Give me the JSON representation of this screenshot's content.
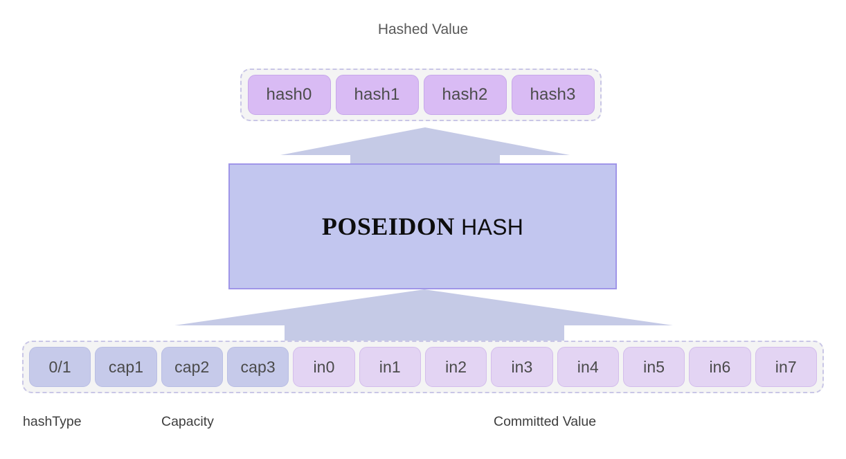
{
  "diagram": {
    "title": "Hashed Value",
    "core": {
      "name_serif": "POSEIDON",
      "name_sans": " HASH",
      "fill_color": "#c2c6ef",
      "border_color": "#9f95e8"
    },
    "output_row": {
      "container_fill": "#f4f4f4",
      "container_border": "#c9c6e6",
      "cell_fill": "#d9bbf4",
      "cell_border": "#c7a7ea",
      "cells": [
        {
          "label": "hash0",
          "kind": "hash"
        },
        {
          "label": "hash1",
          "kind": "hash"
        },
        {
          "label": "hash2",
          "kind": "hash"
        },
        {
          "label": "hash3",
          "kind": "hash"
        }
      ]
    },
    "input_row": {
      "container_fill": "#f4f4f4",
      "container_border": "#c9c6e6",
      "capacity_fill": "#c6caea",
      "capacity_border": "#b9bee4",
      "input_fill": "#e3d4f3",
      "input_border": "#d3bdec",
      "cells": [
        {
          "label": "0/1",
          "kind": "cap"
        },
        {
          "label": "cap1",
          "kind": "cap"
        },
        {
          "label": "cap2",
          "kind": "cap"
        },
        {
          "label": "cap3",
          "kind": "cap"
        },
        {
          "label": "in0",
          "kind": "in"
        },
        {
          "label": "in1",
          "kind": "in"
        },
        {
          "label": "in2",
          "kind": "in"
        },
        {
          "label": "in3",
          "kind": "in"
        },
        {
          "label": "in4",
          "kind": "in"
        },
        {
          "label": "in5",
          "kind": "in"
        },
        {
          "label": "in6",
          "kind": "in"
        },
        {
          "label": "in7",
          "kind": "in"
        }
      ]
    },
    "bottom_labels": {
      "hash_type": "hashType",
      "capacity": "Capacity",
      "committed_value": "Committed Value"
    },
    "arrows": {
      "color": "#c5cae6",
      "input_to_core": "up-arrow-wide",
      "core_to_output": "up-arrow-narrow"
    }
  }
}
